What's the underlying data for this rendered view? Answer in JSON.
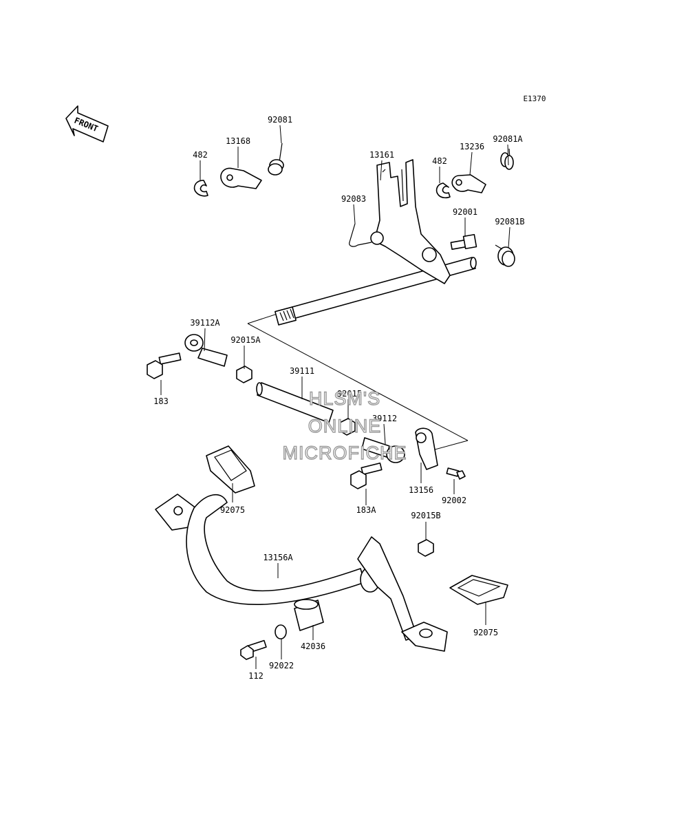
{
  "diagram": {
    "code": "E1370",
    "front_label": "FRONT",
    "watermark": [
      "HLSM'S",
      "ONLINE",
      "MICROFICHE"
    ],
    "labels": {
      "p482_left": "482",
      "p13168": "13168",
      "p92081": "92081",
      "p13161": "13161",
      "p482_right": "482",
      "p13236": "13236",
      "p92081A": "92081A",
      "p92083": "92083",
      "p92001": "92001",
      "p92081B": "92081B",
      "p39112A": "39112A",
      "p92015A": "92015A",
      "p183": "183",
      "p39111": "39111",
      "p92015": "92015",
      "p39112": "39112",
      "p92075_left": "92075",
      "p183A": "183A",
      "p13156": "13156",
      "p92002": "92002",
      "p92015B": "92015B",
      "p13156A": "13156A",
      "p92075_right": "92075",
      "p42036": "42036",
      "p92022": "92022",
      "p112": "112"
    }
  }
}
